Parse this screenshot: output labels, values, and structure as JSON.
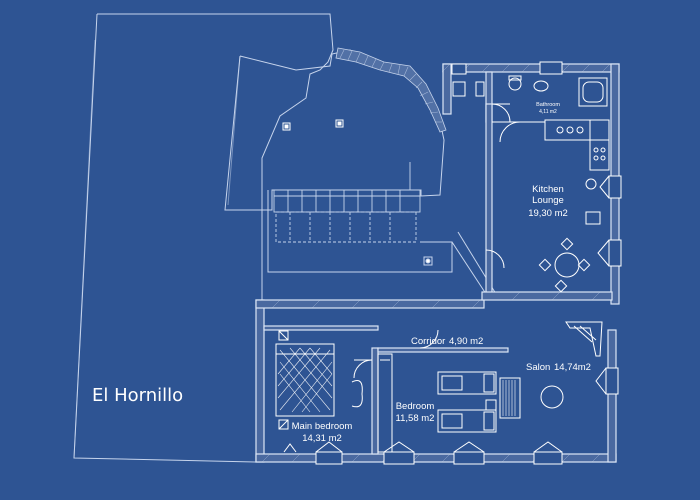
{
  "colors": {
    "background": "#2E5493",
    "line": "#C6D4EC",
    "text": "#FFFFFF"
  },
  "plan": {
    "title": "El Hornillo",
    "rooms": {
      "bathroom": {
        "name": "Bathroom",
        "area": "4,11 m2"
      },
      "kitchen": {
        "name_line1": "Kitchen",
        "name_line2": "Lounge",
        "area": "19,30 m2"
      },
      "corridor": {
        "name": "Corridor",
        "area": "4,90 m2"
      },
      "salon": {
        "name": "Salon",
        "area": "14,74m2"
      },
      "bedroom": {
        "name": "Bedroom",
        "area": "11,58 m2"
      },
      "main_bedroom": {
        "name": "Main bedroom",
        "area": "14,31 m2"
      }
    }
  }
}
